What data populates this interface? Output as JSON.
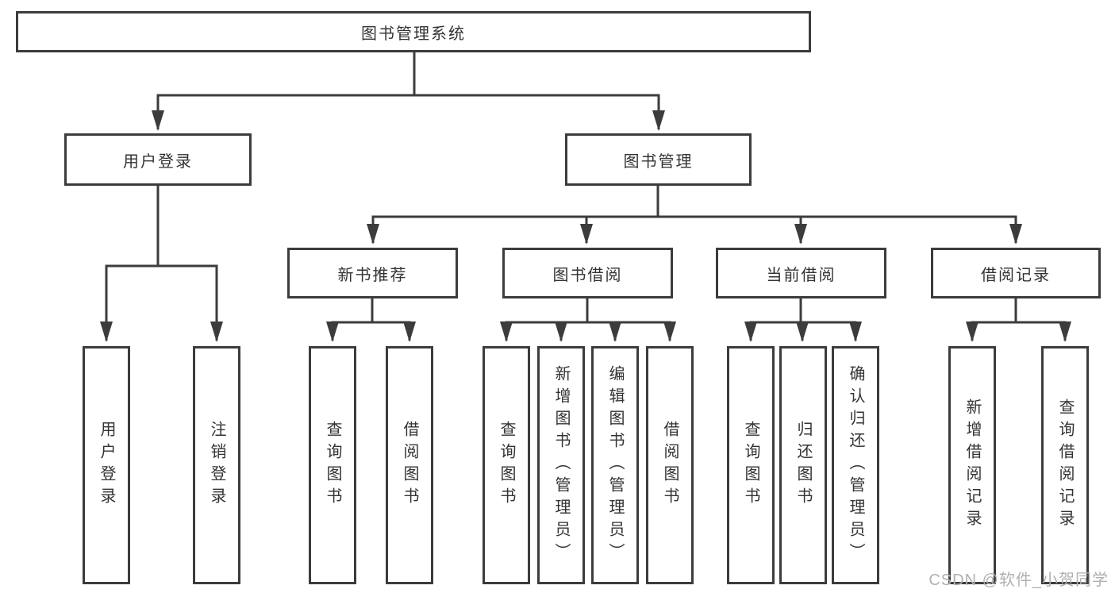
{
  "diagram": {
    "root": {
      "label": "图书管理系统"
    },
    "level2": [
      {
        "label": "用户登录"
      },
      {
        "label": "图书管理"
      }
    ],
    "level3": [
      {
        "label": "新书推荐"
      },
      {
        "label": "图书借阅"
      },
      {
        "label": "当前借阅"
      },
      {
        "label": "借阅记录"
      }
    ],
    "leaves": [
      {
        "label": "用户登录"
      },
      {
        "label": "注销登录"
      },
      {
        "label": "查询图书"
      },
      {
        "label": "借阅图书"
      },
      {
        "label": "查询图书"
      },
      {
        "label": "新增图书（管理员）"
      },
      {
        "label": "编辑图书（管理员）"
      },
      {
        "label": "借阅图书"
      },
      {
        "label": "查询图书"
      },
      {
        "label": "归还图书"
      },
      {
        "label": "确认归还（管理员）"
      },
      {
        "label": "新增借阅记录"
      },
      {
        "label": "查询借阅记录"
      }
    ]
  },
  "watermark": {
    "text": "CSDN @软件_小贺同学"
  },
  "colors": {
    "line": "#3c3c3c",
    "text": "#333333",
    "box_background": "#ffffff",
    "watermark": "#b0b0b0"
  }
}
